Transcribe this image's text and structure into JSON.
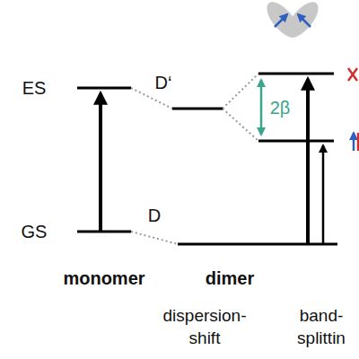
{
  "diagram": {
    "labels": [
      "ES",
      "D‘",
      "2β",
      "GS",
      "D",
      "monomer",
      "dimer",
      "dispersion- shift",
      "band- splittin"
    ]
  }
}
